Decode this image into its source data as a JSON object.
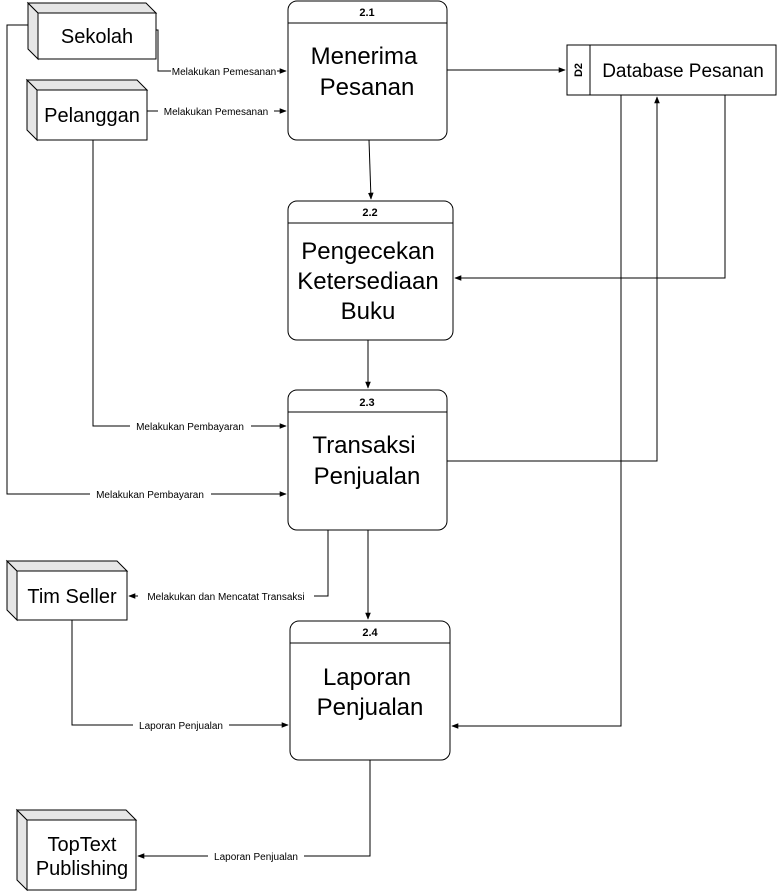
{
  "entities": {
    "sekolah": "Sekolah",
    "pelanggan": "Pelanggan",
    "tim_seller": "Tim Seller",
    "toptext": [
      "TopText",
      "Publishing"
    ]
  },
  "processes": {
    "p21": {
      "id": "2.1",
      "lines": [
        "Menerima",
        "Pesanan"
      ]
    },
    "p22": {
      "id": "2.2",
      "lines": [
        "Pengecekan",
        "Ketersediaan",
        "Buku"
      ]
    },
    "p23": {
      "id": "2.3",
      "lines": [
        "Transaksi",
        "Penjualan"
      ]
    },
    "p24": {
      "id": "2.4",
      "lines": [
        "Laporan",
        "Penjualan"
      ]
    }
  },
  "datastore": {
    "id": "D2",
    "label": "Database Pesanan"
  },
  "flows": {
    "sekolah_pesan": "Melakukan Pemesanan",
    "pelanggan_pesan": "Melakukan Pemesanan",
    "pelanggan_bayar": "Melakukan Pembayaran",
    "sekolah_bayar": "Melakukan Pembayaran",
    "catat_transaksi": "Melakukan dan Mencatat Transaksi",
    "seller_laporan": "Laporan Penjualan",
    "laporan_toptext": "Laporan Penjualan"
  },
  "colors": {
    "stroke": "#000000",
    "box_fill": "#ffffff",
    "entity_side": "#e6e6e6"
  }
}
